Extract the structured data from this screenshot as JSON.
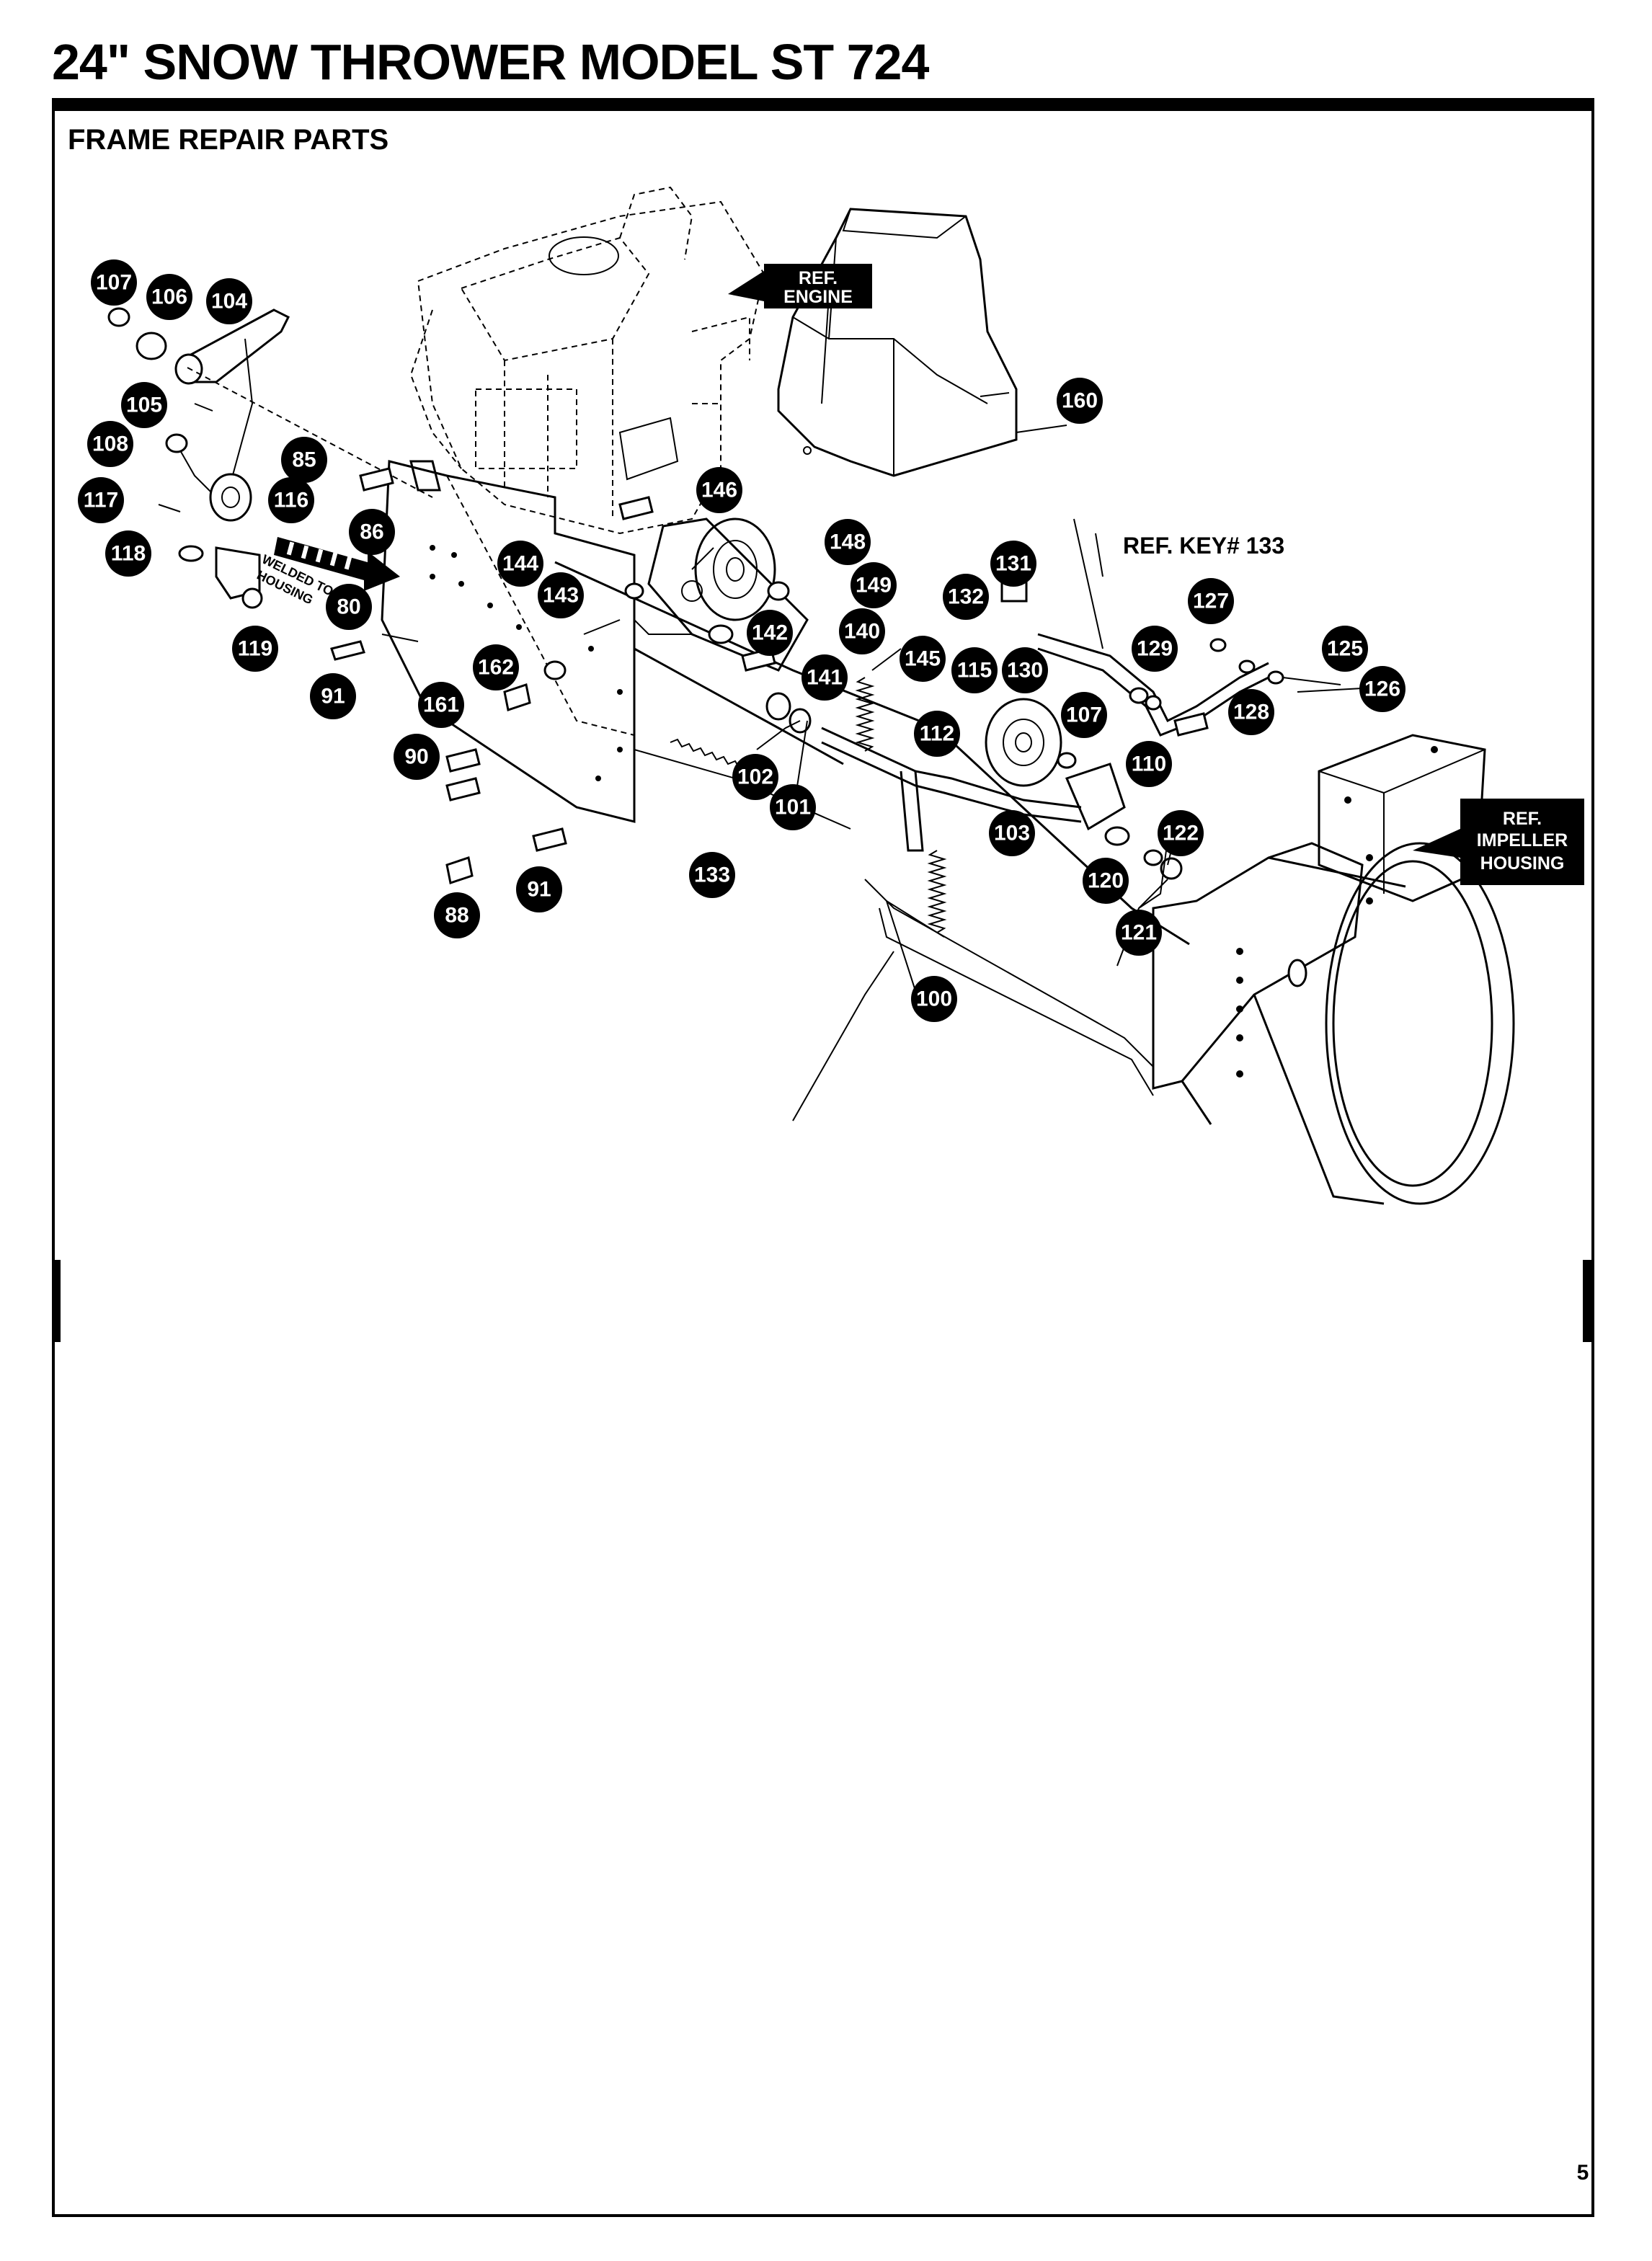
{
  "title": "24\" SNOW THROWER MODEL ST 724",
  "subtitle": "FRAME  REPAIR PARTS",
  "ref_tags": {
    "engine": [
      "REF.",
      "ENGINE"
    ],
    "impeller": [
      "REF.",
      "IMPELLER",
      "HOUSING"
    ],
    "key": "REF. KEY# 133"
  },
  "welded_note": [
    "WELDED TO",
    "HOUSING"
  ],
  "callouts": [
    "107",
    "106",
    "104",
    "105",
    "108",
    "85",
    "117",
    "116",
    "118",
    "86",
    "119",
    "80",
    "91",
    "90",
    "161",
    "162",
    "88",
    "91",
    "146",
    "144",
    "143",
    "148",
    "149",
    "142",
    "140",
    "141",
    "145",
    "102",
    "101",
    "133",
    "100",
    "160",
    "131",
    "132",
    "127",
    "115",
    "130",
    "129",
    "125",
    "126",
    "128",
    "112",
    "107",
    "110",
    "103",
    "122",
    "120",
    "121"
  ],
  "page_mark": "5"
}
